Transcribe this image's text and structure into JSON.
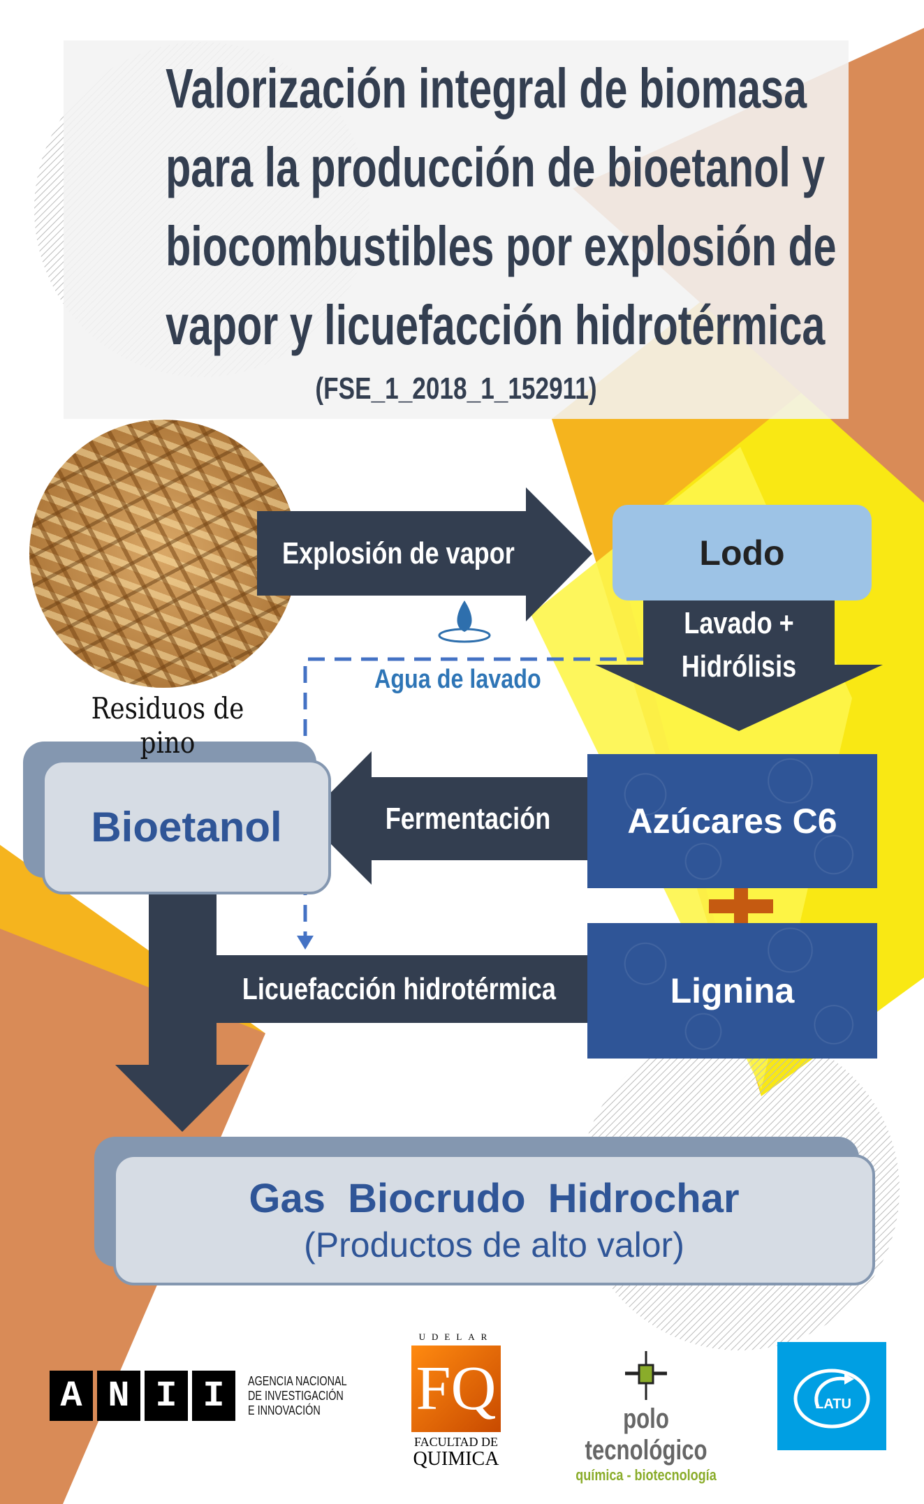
{
  "header": {
    "title_lines": [
      "Valorización integral de biomasa",
      "para la producción de bioetanol y",
      "biocombustibles por explosión de",
      "vapor y licuefacción hidrotérmica"
    ],
    "project_code": "(FSE_1_2018_1_152911)"
  },
  "diagram": {
    "feedstock_caption": "Residuos de pino",
    "steam_explosion": "Explosión de vapor",
    "sludge": "Lodo",
    "washing_hydrolysis": [
      "Lavado +",
      "Hidrólisis"
    ],
    "wash_water": "Agua de lavado",
    "sugars": "Azúcares C6",
    "fermentation": "Fermentación",
    "bioethanol": "Bioetanol",
    "lignin": "Lignina",
    "htl": "Licuefacción hidrotérmica",
    "products": [
      "Gas",
      "Biocrudo",
      "Hidrochar"
    ],
    "products_note": "(Productos de alto valor)"
  },
  "logos": {
    "anii_letters": [
      "A",
      "N",
      "I",
      "I"
    ],
    "anii_text": [
      "AGENCIA NACIONAL",
      "DE INVESTIGACIÓN",
      "E INNOVACIÓN"
    ],
    "fq_top": "UDELAR",
    "fq_mark": "FQ",
    "fq_bottom": [
      "FACULTAD DE",
      "QUIMICA"
    ],
    "polo_name": "polo tecnológico",
    "polo_sub": "química - biotecnología",
    "latu": "LATU"
  },
  "colors": {
    "dark_arrow": "#333e50",
    "blue_box": "#2f5597",
    "light_blue": "#9dc3e6",
    "orange": "#d98b57",
    "gold": "#f5b41e",
    "yellow": "#f9e814",
    "plus": "#c55a11"
  }
}
